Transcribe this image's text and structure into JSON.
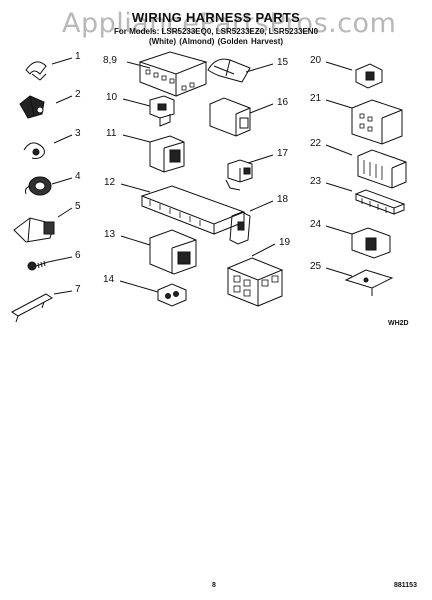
{
  "header": {
    "watermark": "AppliancePartsPros.com",
    "title": "WIRING HARNESS PARTS",
    "subtitle": "For Models: LSR5233EQ0, LSR5233EZ0, LSR5233EN0",
    "colors": "(White)   (Almond)  (Golden Harvest)"
  },
  "parts": [
    {
      "label": "1"
    },
    {
      "label": "2"
    },
    {
      "label": "3"
    },
    {
      "label": "4"
    },
    {
      "label": "5"
    },
    {
      "label": "6"
    },
    {
      "label": "7"
    },
    {
      "label": "8,9"
    },
    {
      "label": "10"
    },
    {
      "label": "11"
    },
    {
      "label": "12"
    },
    {
      "label": "13"
    },
    {
      "label": "14"
    },
    {
      "label": "15"
    },
    {
      "label": "16"
    },
    {
      "label": "17"
    },
    {
      "label": "18"
    },
    {
      "label": "19"
    },
    {
      "label": "20"
    },
    {
      "label": "21"
    },
    {
      "label": "22"
    },
    {
      "label": "23"
    },
    {
      "label": "24"
    },
    {
      "label": "25"
    }
  ],
  "footer": {
    "figure_code": "WH2D",
    "page_number": "8",
    "document_ref": "881153"
  }
}
